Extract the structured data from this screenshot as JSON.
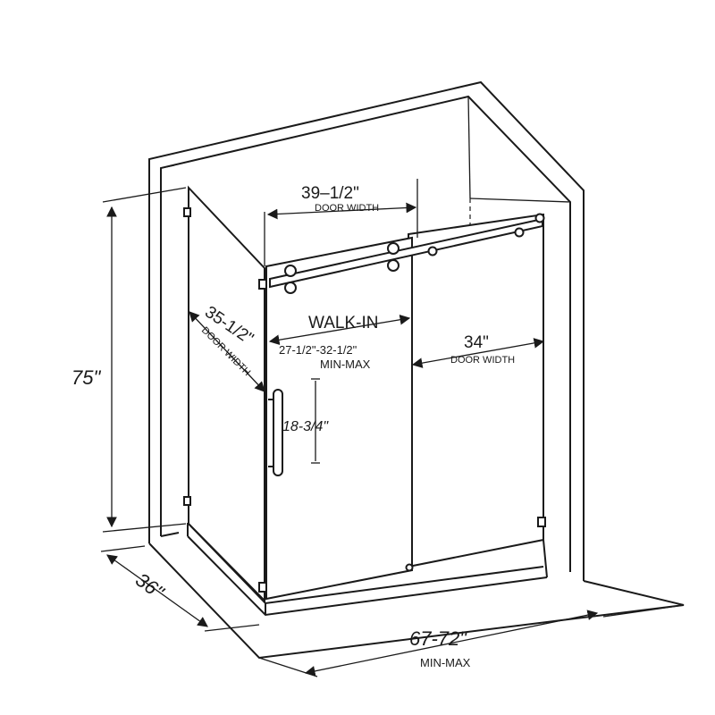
{
  "dimensions": {
    "height": "75\"",
    "depth": "36\"",
    "overall_width": "67-72\"",
    "overall_width_note": "MIN-MAX",
    "top_door_width": "39–1/2\"",
    "top_door_width_note": "DOOR WIDTH",
    "walk_in_title": "WALK-IN",
    "walk_in_range": "27-1/2\"-32-1/2\"",
    "walk_in_note": "MIN-MAX",
    "fixed_panel_width": "34\"",
    "fixed_panel_note": "DOOR WIDTH",
    "side_panel_width": "35-1/2\"",
    "side_panel_note": "DOOR WIDTH",
    "handle_length": "18-3/4\""
  }
}
